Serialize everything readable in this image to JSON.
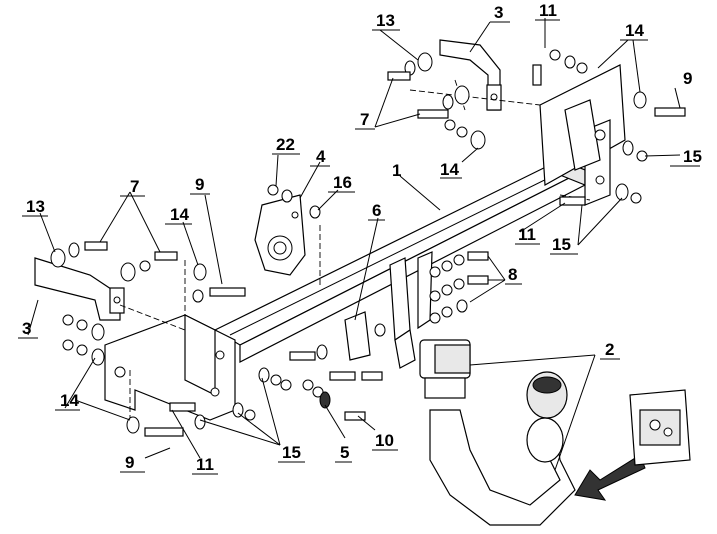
{
  "diagram": {
    "callouts": {
      "n1": "1",
      "n2": "2",
      "n3_right": "3",
      "n3_left": "3",
      "n4": "4",
      "n5": "5",
      "n6": "6",
      "n7_right": "7",
      "n7_left": "7",
      "n8": "8",
      "n9_right": "9",
      "n9_left_top": "9",
      "n9_left_bottom": "9",
      "n10": "10",
      "n11_right_top": "11",
      "n11_right_mid": "11",
      "n11_left": "11",
      "n13_right": "13",
      "n13_left": "13",
      "n14_right_top": "14",
      "n14_right_mid": "14",
      "n14_left_top": "14",
      "n14_left_bottom": "14",
      "n15_right_top": "15",
      "n15_right_bottom": "15",
      "n15_left": "15",
      "n16": "16",
      "n22": "22"
    },
    "colors": {
      "line": "#000000",
      "background": "#ffffff",
      "fill_light": "#e8e8e8",
      "fill_dark": "#333333"
    }
  }
}
